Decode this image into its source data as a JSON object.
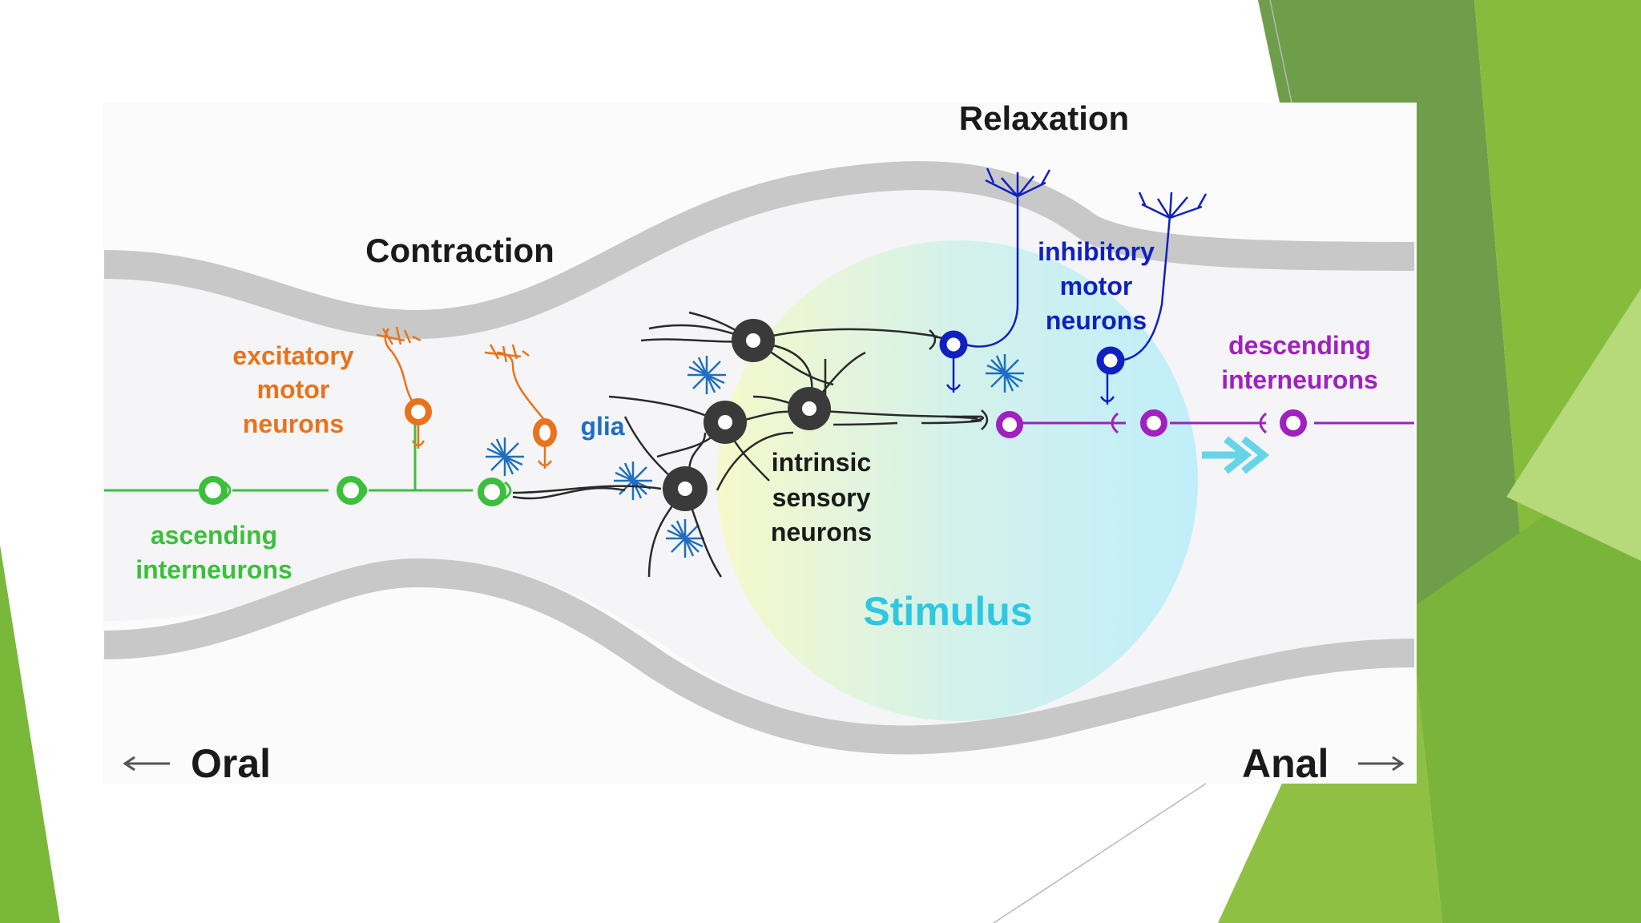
{
  "diagram": {
    "labels": {
      "relaxation": "Relaxation",
      "contraction": "Contraction",
      "excitatory_1": "excitatory",
      "excitatory_2": "motor",
      "excitatory_3": "neurons",
      "glia": "glia",
      "ascending_1": "ascending",
      "ascending_2": "interneurons",
      "intrinsic_1": "intrinsic",
      "intrinsic_2": "sensory",
      "intrinsic_3": "neurons",
      "inhibitory_1": "inhibitory",
      "inhibitory_2": "motor",
      "inhibitory_3": "neurons",
      "descending_1": "descending",
      "descending_2": "interneurons",
      "stimulus": "Stimulus",
      "oral": "Oral",
      "anal": "Anal"
    },
    "colors": {
      "excitatory": "#e8731c",
      "glia": "#1f6fc0",
      "ascending": "#3cbf3c",
      "sensory": "#2a2a2a",
      "inhibitory": "#1020c0",
      "descending": "#a020c0",
      "stimulus": "#2ec8e0",
      "gut_wall": "#c8c8c8",
      "slide_green": "#7ab83a"
    }
  }
}
